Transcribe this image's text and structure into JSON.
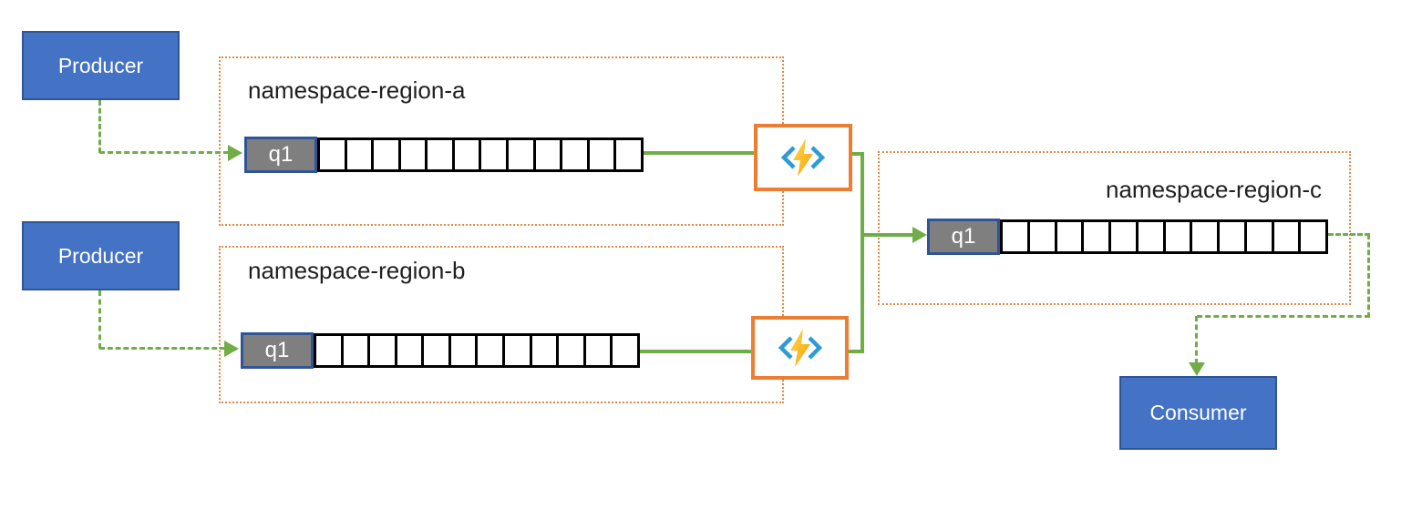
{
  "producers": [
    {
      "label": "Producer"
    },
    {
      "label": "Producer"
    }
  ],
  "consumer": {
    "label": "Consumer"
  },
  "regions": {
    "a": {
      "title": "namespace-region-a",
      "queue": {
        "label": "q1",
        "cell_count": 12
      }
    },
    "b": {
      "title": "namespace-region-b",
      "queue": {
        "label": "q1",
        "cell_count": 12
      }
    },
    "c": {
      "title": "namespace-region-c",
      "queue": {
        "label": "q1",
        "cell_count": 12
      }
    }
  },
  "functions": [
    {
      "icon": "azure-function-icon"
    },
    {
      "icon": "azure-function-icon"
    }
  ],
  "colors": {
    "node_fill": "#4472C4",
    "node_border": "#2F5597",
    "connector_green": "#70AD47",
    "region_border_orange": "#DF8A45",
    "function_border_orange": "#ED7D31",
    "queue_label_fill": "#7F7F7F",
    "queue_label_border": "#2F5597",
    "queue_cell_border": "#000000",
    "bracket_blue": "#2E9BD6",
    "bolt_yellow": "#FFCE3E",
    "bolt_orange": "#F5A10C",
    "title_color": "#1f1f1f"
  }
}
